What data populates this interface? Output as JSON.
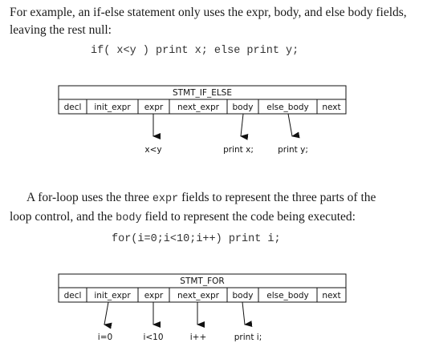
{
  "para1": {
    "line1": "For example, an if-else statement only uses the expr, body, and else body fields,",
    "line2": "leaving the rest null:"
  },
  "code1": "if( x<y ) print x; else print y;",
  "diagram1": {
    "title": "STMT_IF_ELSE",
    "fields": [
      "decl",
      "init_expr",
      "expr",
      "next_expr",
      "body",
      "else_body",
      "next"
    ],
    "targets": [
      "x<y",
      "print x;",
      "print y;"
    ]
  },
  "para2": {
    "a": "A for-loop uses the three ",
    "code_a": "expr",
    "b": " fields to represent the three parts of the",
    "line2a": "loop control, and the ",
    "code_b": "body",
    "line2b": " field to represent the code being executed:"
  },
  "code2": "for(i=0;i<10;i++) print i;",
  "diagram2": {
    "title": "STMT_FOR",
    "fields": [
      "decl",
      "init_expr",
      "expr",
      "next_expr",
      "body",
      "else_body",
      "next"
    ],
    "targets": [
      "i=0",
      "i<10",
      "i++",
      "print i;"
    ]
  }
}
